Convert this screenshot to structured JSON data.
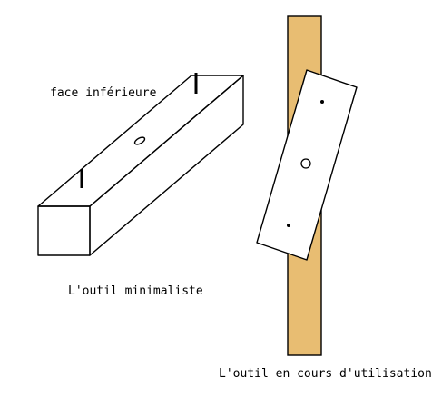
{
  "labels": {
    "bottom_face": "face inférieure",
    "minimal_tool": "L'outil minimaliste",
    "tool_in_use": "L'outil en cours d'utilisation"
  },
  "colors": {
    "stroke": "#000000",
    "background": "#ffffff",
    "plank_fill": "#e8bd72"
  }
}
